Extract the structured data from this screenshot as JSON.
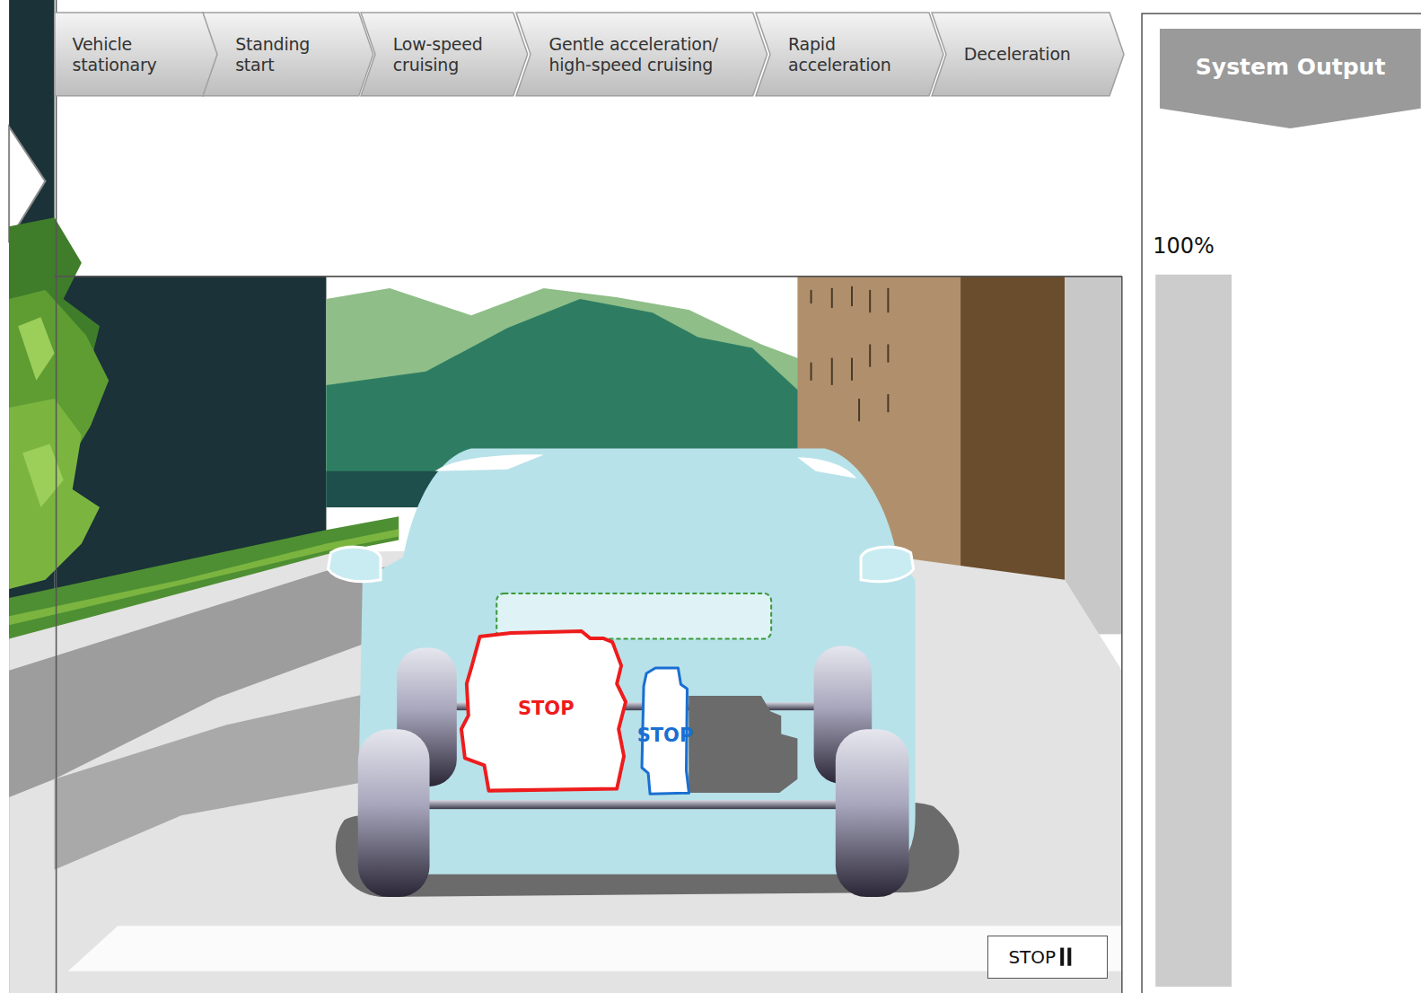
{
  "diagram": {
    "nodes": [
      {
        "text": [
          "Vehicle stationary"
        ]
      },
      {
        "text": [
          "Standing start"
        ]
      },
      {
        "text": [
          "Low-speed cruising"
        ]
      },
      {
        "text": [
          "Gentle acceleration/ high-speed cruising"
        ]
      },
      {
        "text": [
          "Rapid acceleration"
        ]
      },
      {
        "text": [
          "Deceleration"
        ]
      },
      {
        "text": [
          "System Output"
        ]
      },
      {
        "text": [
          "STOP"
        ]
      },
      {
        "text": [
          "STOP"
        ]
      },
      {
        "text": [
          "STOP"
        ]
      }
    ],
    "labels": [
      "100%"
    ]
  }
}
